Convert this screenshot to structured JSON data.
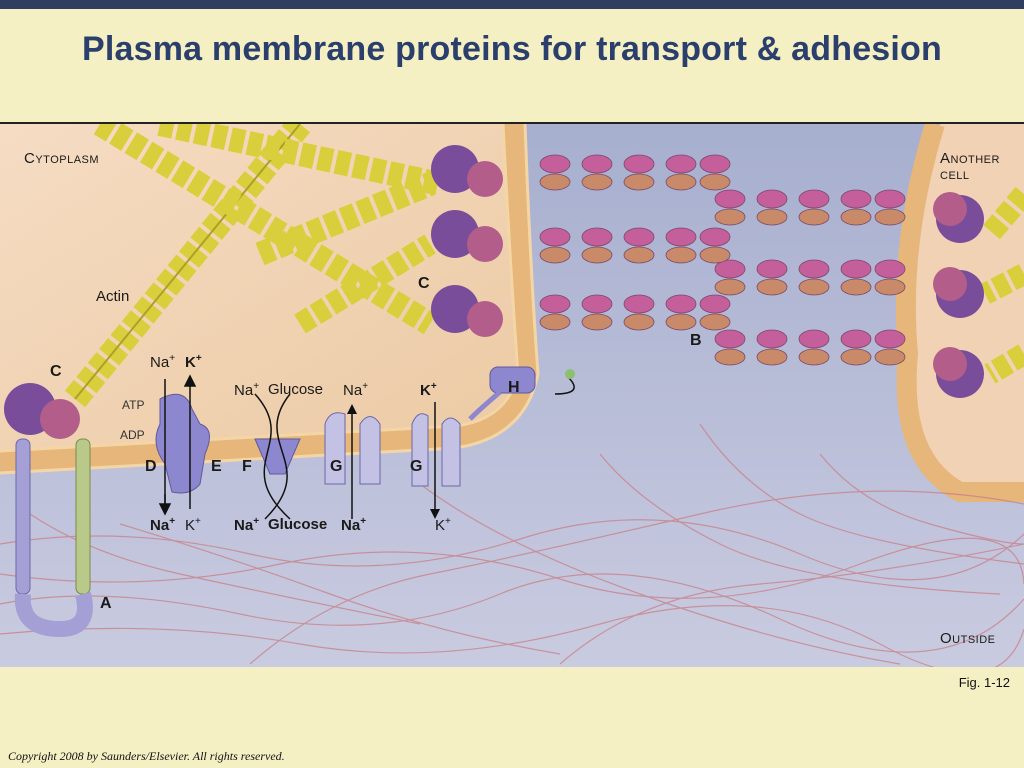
{
  "title": "Plasma membrane proteins for transport & adhesion",
  "figure_label": "Fig. 1-12",
  "copyright": "Copyright 2008 by Saunders/Elsevier. All rights reserved.",
  "regions": {
    "cytoplasm": "Cytoplasm",
    "another_cell_line1": "Another",
    "another_cell_line2": "cell",
    "outside": "Outside",
    "actin": "Actin"
  },
  "letters": {
    "a": "A",
    "b": "B",
    "c_left": "C",
    "c_top": "C",
    "d": "D",
    "e": "E",
    "f": "F",
    "g1": "G",
    "g2": "G",
    "h": "H"
  },
  "ions": {
    "pump_in_na": "Na",
    "pump_in_k": "K",
    "pump_out_na": "Na",
    "pump_out_k": "K",
    "plus": "+",
    "atp": "ATP",
    "adp": "ADP",
    "cotrans_in_na": "Na",
    "cotrans_in_glucose": "Glucose",
    "cotrans_out_na": "Na",
    "cotrans_out_glucose": "Glucose",
    "channel_na_in": "Na",
    "channel_na_out": "Na",
    "channel_k_in": "K",
    "channel_k_out": "K"
  },
  "colors": {
    "header_bar": "#2f3e5e",
    "title_text": "#2b3f6c",
    "slide_background": "#f5efc4",
    "cytoplasm": "#f2d9bd",
    "extracellular": "#b9c0d8",
    "membrane_head": "#e9b97a",
    "actin": "#d8cf3a",
    "cadherin_pink": "#c0609a",
    "cadherin_tan": "#c98a6a",
    "integrin_purple": "#7a4d9a",
    "transporter": "#a8a2d8"
  }
}
